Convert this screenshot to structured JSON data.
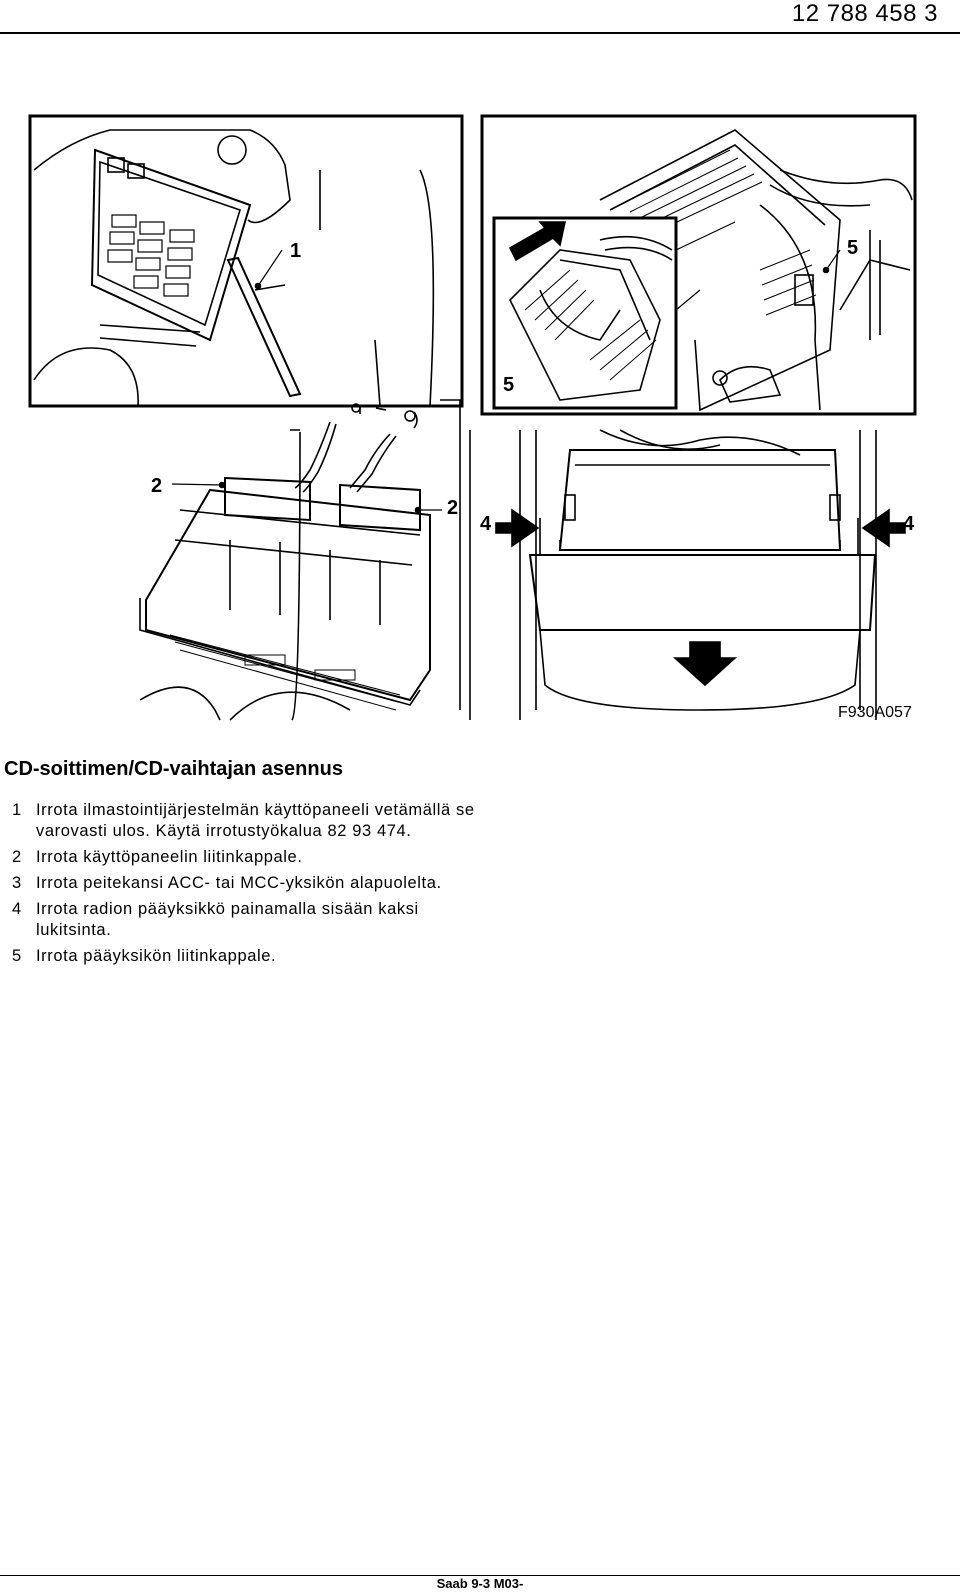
{
  "header": {
    "doc_number": "12 788 458  3"
  },
  "figure": {
    "callouts": {
      "c1": "1",
      "c2a": "2",
      "c2b": "2",
      "c4a": "4",
      "c4b": "4",
      "c5a": "5",
      "c5b": "5"
    },
    "figure_code": "F930A057"
  },
  "title": "CD-soittimen/CD-vaihtajan asennus",
  "steps": [
    {
      "num": "1",
      "text": "Irrota ilmastointijärjestelmän käyttöpaneeli vetämällä se varovasti ulos. Käytä irrotustyökalua 82 93 474."
    },
    {
      "num": "2",
      "text": "Irrota käyttöpaneelin liitinkappale."
    },
    {
      "num": "3",
      "text": "Irrota peitekansi ACC- tai MCC-yksikön alapuolelta."
    },
    {
      "num": "4",
      "text": "Irrota radion pääyksikkö painamalla sisään kaksi lukitsinta."
    },
    {
      "num": "5",
      "text": "Irrota pääyksikön liitinkappale."
    }
  ],
  "footer": {
    "text": "Saab 9-3 M03-"
  }
}
